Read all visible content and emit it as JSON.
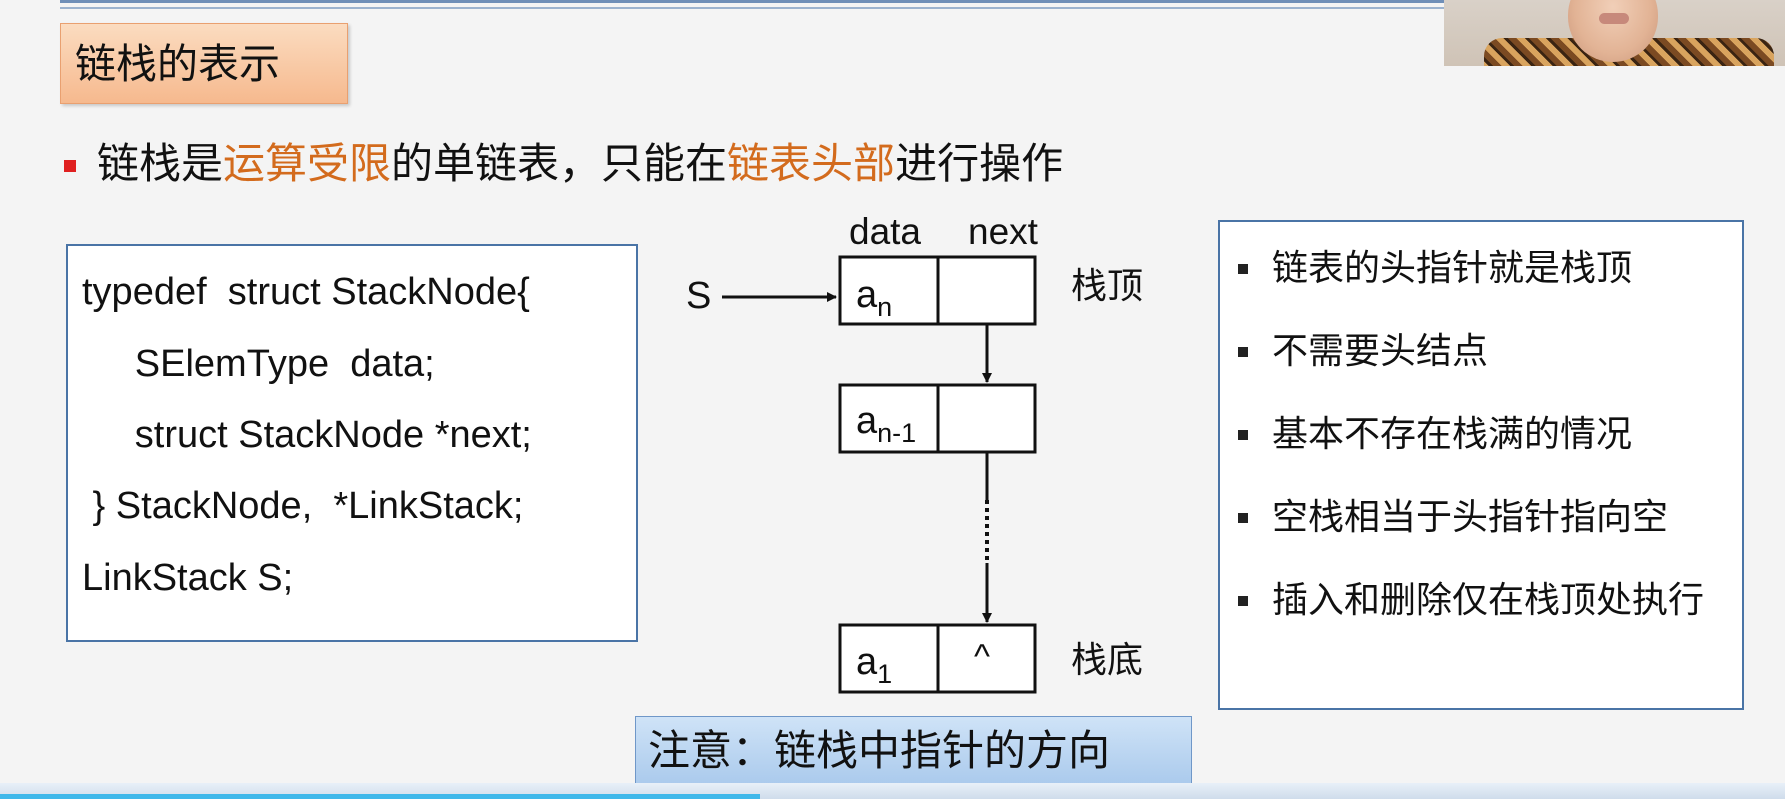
{
  "slide": {
    "title": "链栈的表示",
    "intro": {
      "part1": "链栈是",
      "highlight1": "运算受限",
      "part2": "的单链表，只能在",
      "highlight2": "链表头部",
      "part3": "进行操作"
    },
    "code_lines": [
      "typedef  struct StackNode{",
      "     SElemType  data;",
      "     struct StackNode *next;",
      " } StackNode,  *LinkStack;",
      "LinkStack S;"
    ],
    "diagram": {
      "header_data": "data",
      "header_next": "next",
      "pointer_label": "S",
      "node_top": {
        "base": "a",
        "sub": "n"
      },
      "node_second": {
        "base": "a",
        "sub": "n-1"
      },
      "node_bottom": {
        "base": "a",
        "sub": "1",
        "next_value": "^"
      },
      "label_top": "栈顶",
      "label_bottom": "栈底"
    },
    "notes": [
      "链表的头指针就是栈顶",
      "不需要头结点",
      "基本不存在栈满的情况",
      "空栈相当于头指针指向空",
      "插入和删除仅在栈顶处执行"
    ],
    "attention": "注意：链栈中指针的方向"
  },
  "colors": {
    "highlight": "#d36b1d",
    "bullet_red": "#e02020",
    "box_border": "#4a74a6",
    "title_fill": "#f6b98e",
    "attention_fill": "#a9c9ec"
  }
}
